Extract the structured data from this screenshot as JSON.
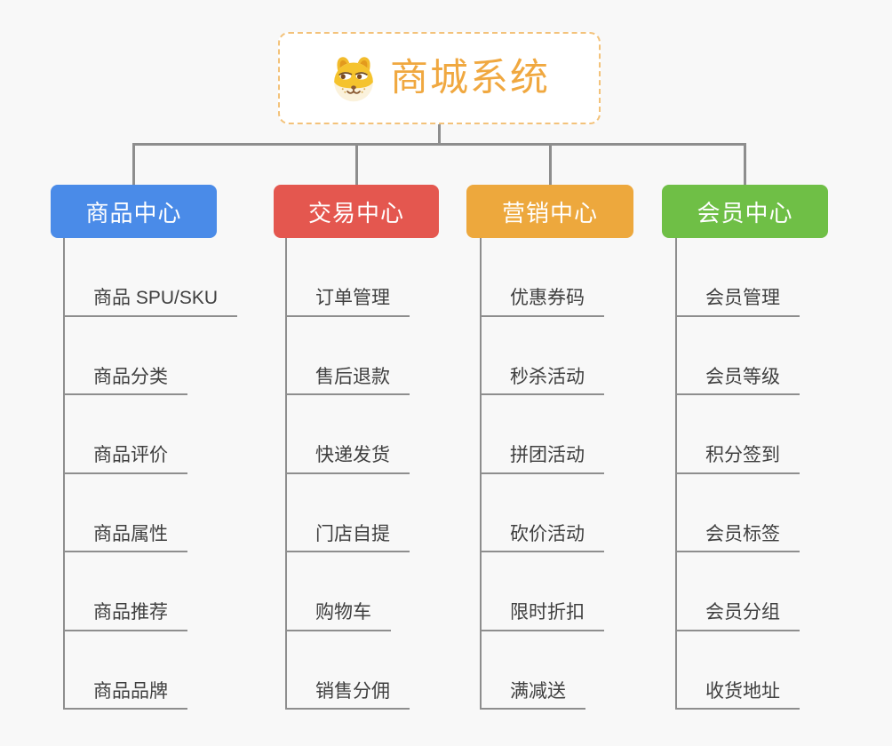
{
  "root": {
    "title": "商城系统",
    "icon": "doge-icon"
  },
  "branches": [
    {
      "label": "商品中心",
      "color": "#4a8be8",
      "children": [
        "商品 SPU/SKU",
        "商品分类",
        "商品评价",
        "商品属性",
        "商品推荐",
        "商品品牌"
      ]
    },
    {
      "label": "交易中心",
      "color": "#e4574f",
      "children": [
        "订单管理",
        "售后退款",
        "快递发货",
        "门店自提",
        "购物车",
        "销售分佣"
      ]
    },
    {
      "label": "营销中心",
      "color": "#eda83d",
      "children": [
        "优惠券码",
        "秒杀活动",
        "拼团活动",
        "砍价活动",
        "限时折扣",
        "满减送"
      ]
    },
    {
      "label": "会员中心",
      "color": "#6fbf46",
      "children": [
        "会员管理",
        "会员等级",
        "积分签到",
        "会员标签",
        "会员分组",
        "收货地址"
      ]
    }
  ],
  "colors": {
    "background": "#f8f8f8",
    "connector": "#8e8e8e",
    "child_text": "#3f3f3f",
    "root_text": "#f0a840",
    "root_border": "#f3c27a"
  }
}
